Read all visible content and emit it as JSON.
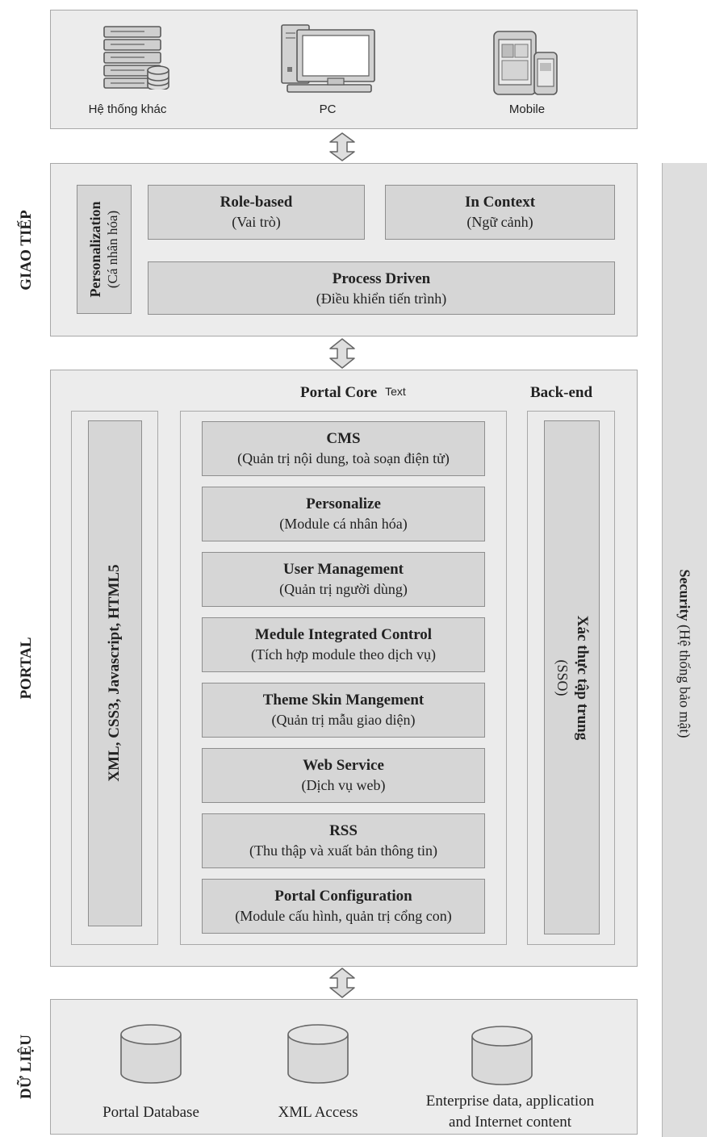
{
  "devices": {
    "other": "Hệ thống khác",
    "pc": "PC",
    "mobile": "Mobile"
  },
  "layers": {
    "interface": "GIAO TIẾP",
    "portal": "PORTAL",
    "data": "DỮ LIỆU"
  },
  "interface": {
    "personalization_title": "Personalization",
    "personalization_sub": "(Cá nhân hóa)",
    "role_title": "Role-based",
    "role_sub": "(Vai trò)",
    "context_title": "In Context",
    "context_sub": "(Ngữ cảnh)",
    "process_title": "Process Driven",
    "process_sub": "(Điều khiển tiến trình)"
  },
  "portal": {
    "core_title": "Portal Core",
    "core_note": "Text",
    "backend_title": "Back-end",
    "tech": "XML, CSS3, Javascript, HTML5",
    "sso_title": "Xác thực tập trung",
    "sso_sub": "(SSO)",
    "modules": [
      {
        "title": "CMS",
        "sub": "(Quản trị nội dung, toà soạn điện tử)"
      },
      {
        "title": "Personalize",
        "sub": "(Module cá nhân hóa)"
      },
      {
        "title": "User Management",
        "sub": "(Quản trị người dùng)"
      },
      {
        "title": "Medule Integrated Control",
        "sub": "(Tích hợp module theo dịch vụ)"
      },
      {
        "title": "Theme Skin Mangement",
        "sub": "(Quản trị mẫu giao diện)"
      },
      {
        "title": "Web Service",
        "sub": "(Dịch vụ web)"
      },
      {
        "title": "RSS",
        "sub": "(Thu thập và xuất bản thông tin)"
      },
      {
        "title": "Portal Configuration",
        "sub": "(Module cấu hình, quản trị cổng con)"
      }
    ]
  },
  "data": {
    "db1": "Portal Database",
    "db2": "XML Access",
    "db3_line1": "Enterprise data, application",
    "db3_line2": "and Internet content"
  },
  "security": {
    "title": "Security",
    "sub": "(Hệ thống bảo mật)"
  }
}
